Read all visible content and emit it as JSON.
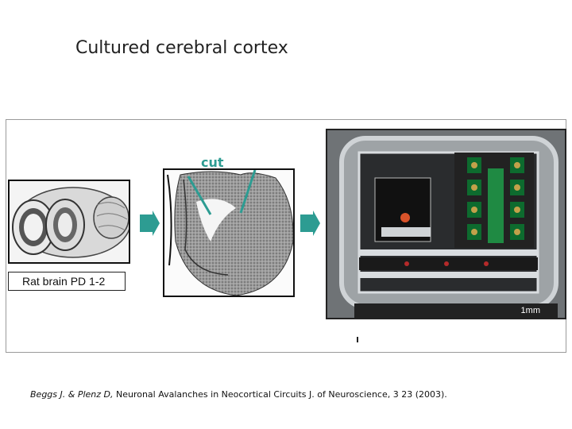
{
  "slide": {
    "title": "Cultured cerebral cortex",
    "labels": {
      "cut": "cut",
      "brain": "Rat brain PD 1-2",
      "scale": "1mm"
    },
    "citation": {
      "authors": "Beggs J. & Plenz D,",
      "text": " Neuronal Avalanches in Neocortical Circuits J. of Neuroscience, 3 23 (2003)."
    },
    "colors": {
      "accent": "#2d9c92",
      "border": "#9a9a9a"
    }
  }
}
